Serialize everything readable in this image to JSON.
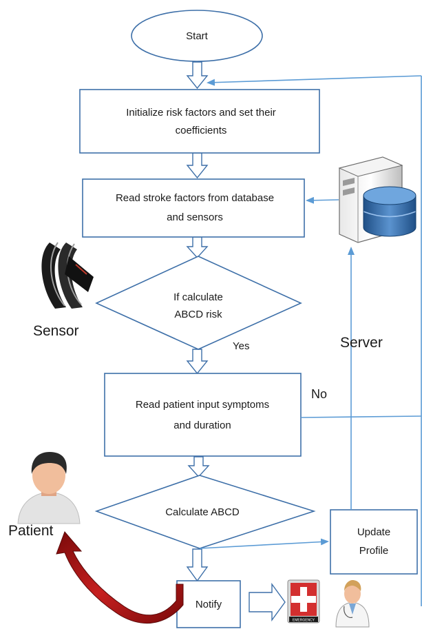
{
  "nodes": {
    "start": "Start",
    "init_line1": "Initialize risk factors and set their",
    "init_line2": "coefficients",
    "read_line1": "Read stroke factors from database",
    "read_line2": "and sensors",
    "decision_line1": "If calculate",
    "decision_line2": "ABCD risk",
    "symptoms_line1": "Read patient input symptoms",
    "symptoms_line2": "and duration",
    "calc": "Calculate ABCD",
    "update_line1": "Update",
    "update_line2": "Profile",
    "notify": "Notify"
  },
  "labels": {
    "yes": "Yes",
    "no": "No",
    "sensor": "Sensor",
    "server": "Server",
    "patient": "Patient",
    "emergency": "EMERGENCY"
  },
  "icons": [
    "sensor-wristband-icon",
    "server-database-icon",
    "patient-icon",
    "emergency-icon",
    "doctor-icon"
  ],
  "colors": {
    "box_stroke": "#3d6fa8",
    "arrow": "#5b9bd5",
    "notify_arrow": "#b01c1c"
  }
}
